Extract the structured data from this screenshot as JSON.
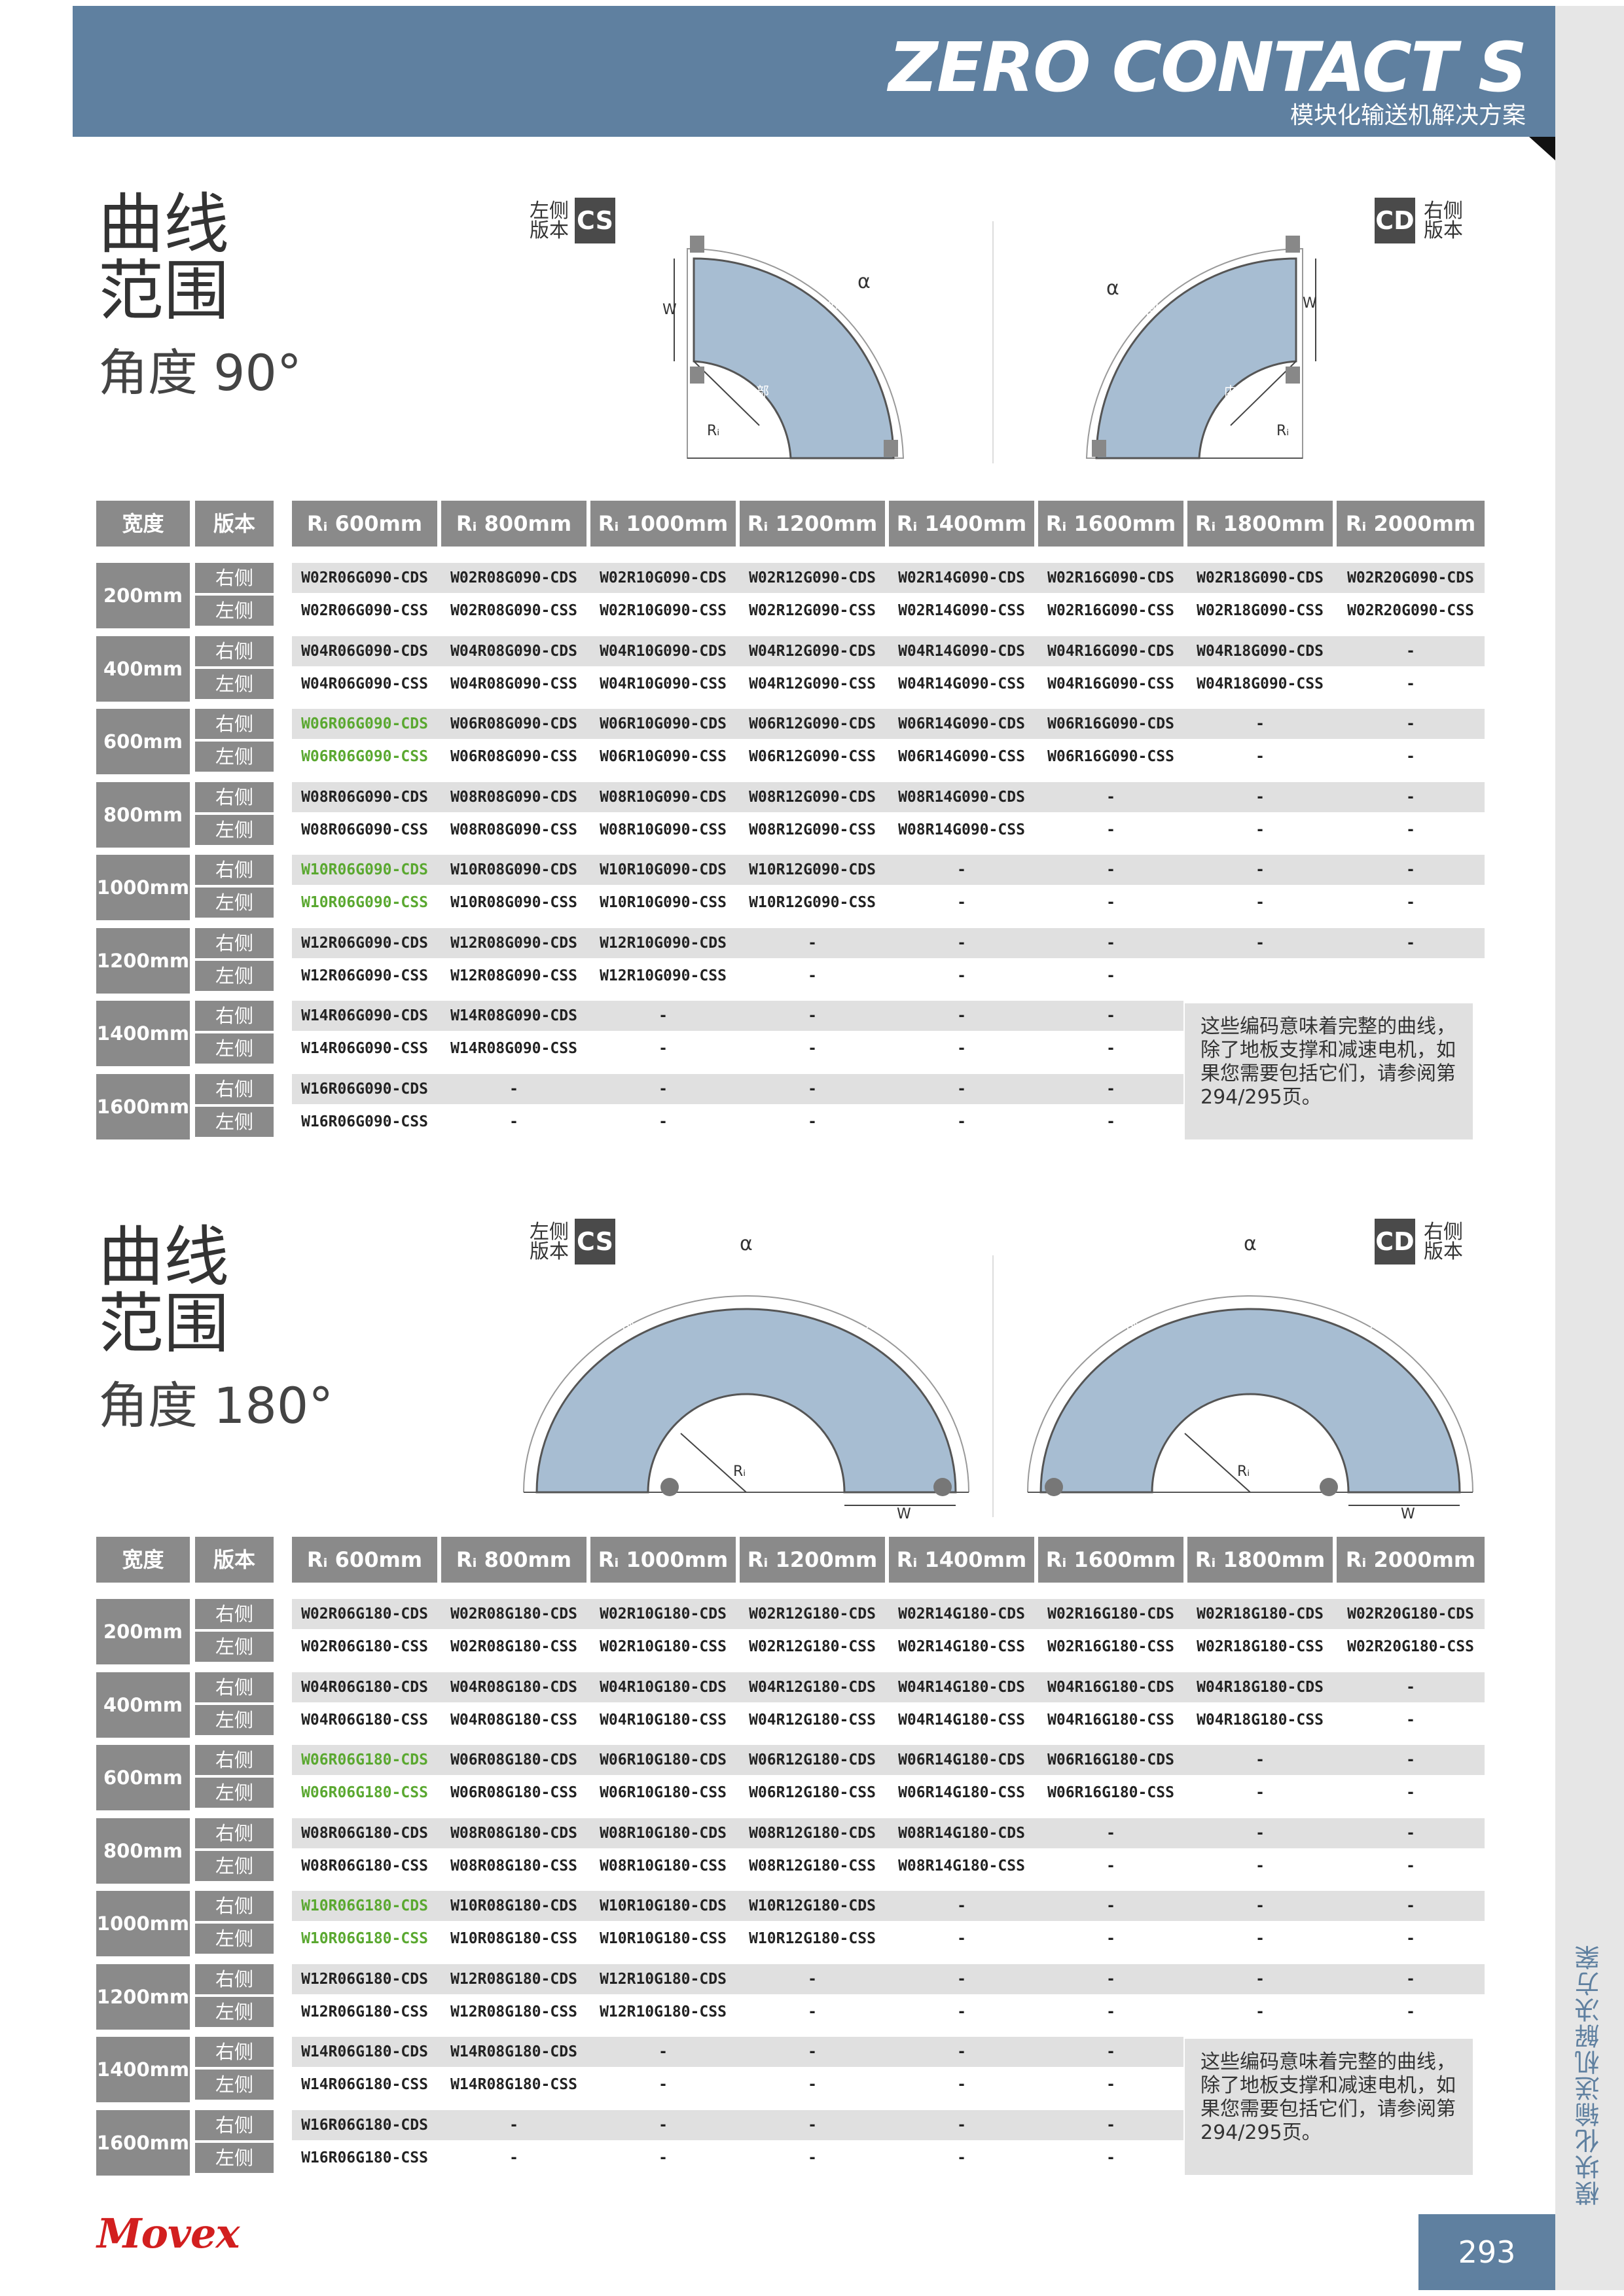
{
  "header": {
    "brand": "ZERO CONTACT S",
    "subtitle": "模块化输送机解决方案"
  },
  "side_label": "模块化输送机解决方案",
  "version_left": {
    "label": "左侧 版本",
    "badge": "CS"
  },
  "version_right": {
    "label": "右侧 版本",
    "badge": "CD"
  },
  "diagram_labels": {
    "alpha": "α",
    "outer": "外部",
    "inner": "内部",
    "width": "W",
    "radius": "Rᵢ"
  },
  "columns": [
    "宽度",
    "版本",
    "Rᵢ 600mm",
    "Rᵢ 800mm",
    "Rᵢ 1000mm",
    "Rᵢ 1200mm",
    "Rᵢ 1400mm",
    "Rᵢ 1600mm",
    "Rᵢ 1800mm",
    "Rᵢ 2000mm"
  ],
  "side_names": [
    "右侧",
    "左侧"
  ],
  "widths": [
    "200mm",
    "400mm",
    "600mm",
    "800mm",
    "1000mm",
    "1200mm",
    "1400mm",
    "1600mm"
  ],
  "sections": [
    {
      "title_line1": "曲线",
      "title_line2": "范围",
      "angle": "角度 90°",
      "note": "这些编码意味着完整的曲线，除了地板支撑和减速电机，如果您需要包括它们，请参阅第294/295页。",
      "rows": [
        [
          "W02R06G090-CDS",
          "W02R08G090-CDS",
          "W02R10G090-CDS",
          "W02R12G090-CDS",
          "W02R14G090-CDS",
          "W02R16G090-CDS",
          "W02R18G090-CDS",
          "W02R20G090-CDS"
        ],
        [
          "W02R06G090-CSS",
          "W02R08G090-CSS",
          "W02R10G090-CSS",
          "W02R12G090-CSS",
          "W02R14G090-CSS",
          "W02R16G090-CSS",
          "W02R18G090-CSS",
          "W02R20G090-CSS"
        ],
        [
          "W04R06G090-CDS",
          "W04R08G090-CDS",
          "W04R10G090-CDS",
          "W04R12G090-CDS",
          "W04R14G090-CDS",
          "W04R16G090-CDS",
          "W04R18G090-CDS",
          "-"
        ],
        [
          "W04R06G090-CSS",
          "W04R08G090-CSS",
          "W04R10G090-CSS",
          "W04R12G090-CSS",
          "W04R14G090-CSS",
          "W04R16G090-CSS",
          "W04R18G090-CSS",
          "-"
        ],
        [
          "W06R06G090-CDS",
          "W06R08G090-CDS",
          "W06R10G090-CDS",
          "W06R12G090-CDS",
          "W06R14G090-CDS",
          "W06R16G090-CDS",
          "-",
          "-"
        ],
        [
          "W06R06G090-CSS",
          "W06R08G090-CSS",
          "W06R10G090-CSS",
          "W06R12G090-CSS",
          "W06R14G090-CSS",
          "W06R16G090-CSS",
          "-",
          "-"
        ],
        [
          "W08R06G090-CDS",
          "W08R08G090-CDS",
          "W08R10G090-CDS",
          "W08R12G090-CDS",
          "W08R14G090-CDS",
          "-",
          "-",
          "-"
        ],
        [
          "W08R06G090-CSS",
          "W08R08G090-CSS",
          "W08R10G090-CSS",
          "W08R12G090-CSS",
          "W08R14G090-CSS",
          "-",
          "-",
          "-"
        ],
        [
          "W10R06G090-CDS",
          "W10R08G090-CDS",
          "W10R10G090-CDS",
          "W10R12G090-CDS",
          "-",
          "-",
          "-",
          "-"
        ],
        [
          "W10R06G090-CSS",
          "W10R08G090-CSS",
          "W10R10G090-CSS",
          "W10R12G090-CSS",
          "-",
          "-",
          "-",
          "-"
        ],
        [
          "W12R06G090-CDS",
          "W12R08G090-CDS",
          "W12R10G090-CDS",
          "-",
          "-",
          "-",
          "-",
          "-"
        ],
        [
          "W12R06G090-CSS",
          "W12R08G090-CSS",
          "W12R10G090-CSS",
          "-",
          "-",
          "-",
          "",
          ""
        ],
        [
          "W14R06G090-CDS",
          "W14R08G090-CDS",
          "-",
          "-",
          "-",
          "-",
          "",
          ""
        ],
        [
          "W14R06G090-CSS",
          "W14R08G090-CSS",
          "-",
          "-",
          "-",
          "-",
          "",
          ""
        ],
        [
          "W16R06G090-CDS",
          "-",
          "-",
          "-",
          "-",
          "-",
          "",
          ""
        ],
        [
          "W16R06G090-CSS",
          "-",
          "-",
          "-",
          "-",
          "-",
          "",
          ""
        ]
      ]
    },
    {
      "title_line1": "曲线",
      "title_line2": "范围",
      "angle": "角度 180°",
      "note": "这些编码意味着完整的曲线，除了地板支撑和减速电机，如果您需要包括它们，请参阅第294/295页。",
      "rows": [
        [
          "W02R06G180-CDS",
          "W02R08G180-CDS",
          "W02R10G180-CDS",
          "W02R12G180-CDS",
          "W02R14G180-CDS",
          "W02R16G180-CDS",
          "W02R18G180-CDS",
          "W02R20G180-CDS"
        ],
        [
          "W02R06G180-CSS",
          "W02R08G180-CSS",
          "W02R10G180-CSS",
          "W02R12G180-CSS",
          "W02R14G180-CSS",
          "W02R16G180-CSS",
          "W02R18G180-CSS",
          "W02R20G180-CSS"
        ],
        [
          "W04R06G180-CDS",
          "W04R08G180-CDS",
          "W04R10G180-CDS",
          "W04R12G180-CDS",
          "W04R14G180-CDS",
          "W04R16G180-CDS",
          "W04R18G180-CDS",
          "-"
        ],
        [
          "W04R06G180-CSS",
          "W04R08G180-CSS",
          "W04R10G180-CSS",
          "W04R12G180-CSS",
          "W04R14G180-CSS",
          "W04R16G180-CSS",
          "W04R18G180-CSS",
          "-"
        ],
        [
          "W06R06G180-CDS",
          "W06R08G180-CDS",
          "W06R10G180-CDS",
          "W06R12G180-CDS",
          "W06R14G180-CDS",
          "W06R16G180-CDS",
          "-",
          "-"
        ],
        [
          "W06R06G180-CSS",
          "W06R08G180-CSS",
          "W06R10G180-CSS",
          "W06R12G180-CSS",
          "W06R14G180-CSS",
          "W06R16G180-CSS",
          "-",
          "-"
        ],
        [
          "W08R06G180-CDS",
          "W08R08G180-CDS",
          "W08R10G180-CDS",
          "W08R12G180-CDS",
          "W08R14G180-CDS",
          "-",
          "-",
          "-"
        ],
        [
          "W08R06G180-CSS",
          "W08R08G180-CSS",
          "W08R10G180-CSS",
          "W08R12G180-CSS",
          "W08R14G180-CSS",
          "-",
          "-",
          "-"
        ],
        [
          "W10R06G180-CDS",
          "W10R08G180-CDS",
          "W10R10G180-CDS",
          "W10R12G180-CDS",
          "-",
          "-",
          "-",
          "-"
        ],
        [
          "W10R06G180-CSS",
          "W10R08G180-CSS",
          "W10R10G180-CSS",
          "W10R12G180-CSS",
          "-",
          "-",
          "-",
          "-"
        ],
        [
          "W12R06G180-CDS",
          "W12R08G180-CDS",
          "W12R10G180-CDS",
          "-",
          "-",
          "-",
          "-",
          "-"
        ],
        [
          "W12R06G180-CSS",
          "W12R08G180-CSS",
          "W12R10G180-CSS",
          "-",
          "-",
          "-",
          "-",
          "-"
        ],
        [
          "W14R06G180-CDS",
          "W14R08G180-CDS",
          "-",
          "-",
          "-",
          "-",
          "",
          ""
        ],
        [
          "W14R06G180-CSS",
          "W14R08G180-CSS",
          "-",
          "-",
          "-",
          "-",
          "",
          ""
        ],
        [
          "W16R06G180-CDS",
          "-",
          "-",
          "-",
          "-",
          "-",
          "",
          ""
        ],
        [
          "W16R06G180-CSS",
          "-",
          "-",
          "-",
          "-",
          "-",
          "",
          ""
        ]
      ]
    }
  ],
  "highlight_color": "#5aa830",
  "accent_color": "#5f80a0",
  "footer": {
    "logo": "Movex",
    "page_number": "293"
  }
}
